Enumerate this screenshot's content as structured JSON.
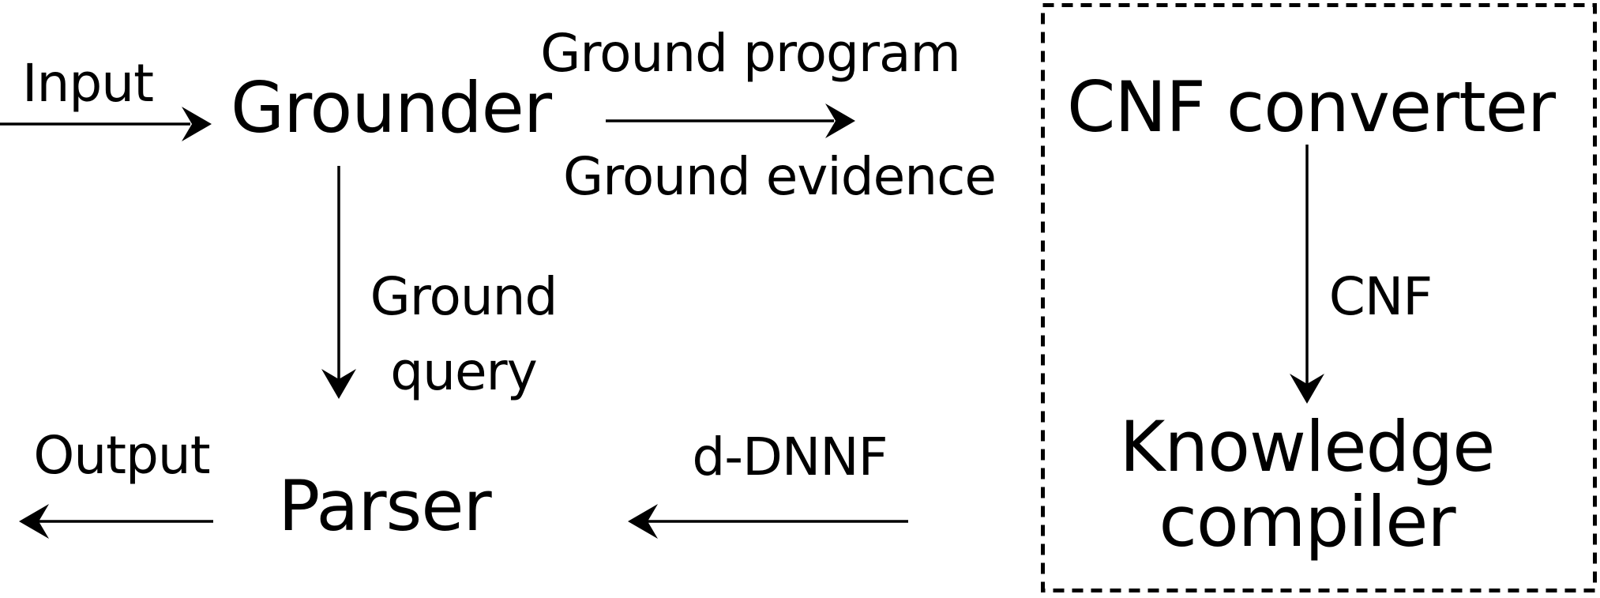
{
  "diagram": {
    "title_implicit": "Inference pipeline flow diagram",
    "nodes": {
      "grounder": "Grounder",
      "parser": "Parser",
      "cnf_converter": "CNF converter",
      "knowledge_compiler": {
        "line1": "Knowledge",
        "line2": "compiler"
      }
    },
    "edge_labels": {
      "input": "Input",
      "output": "Output",
      "ground_program": "Ground program",
      "ground_evidence": "Ground evidence",
      "ground_query": {
        "line1": "Ground",
        "line2": "query"
      },
      "cnf": "CNF",
      "d_dnnf": "d-DNNF"
    },
    "colors": {
      "ink": "#000000",
      "background": "#ffffff"
    }
  }
}
